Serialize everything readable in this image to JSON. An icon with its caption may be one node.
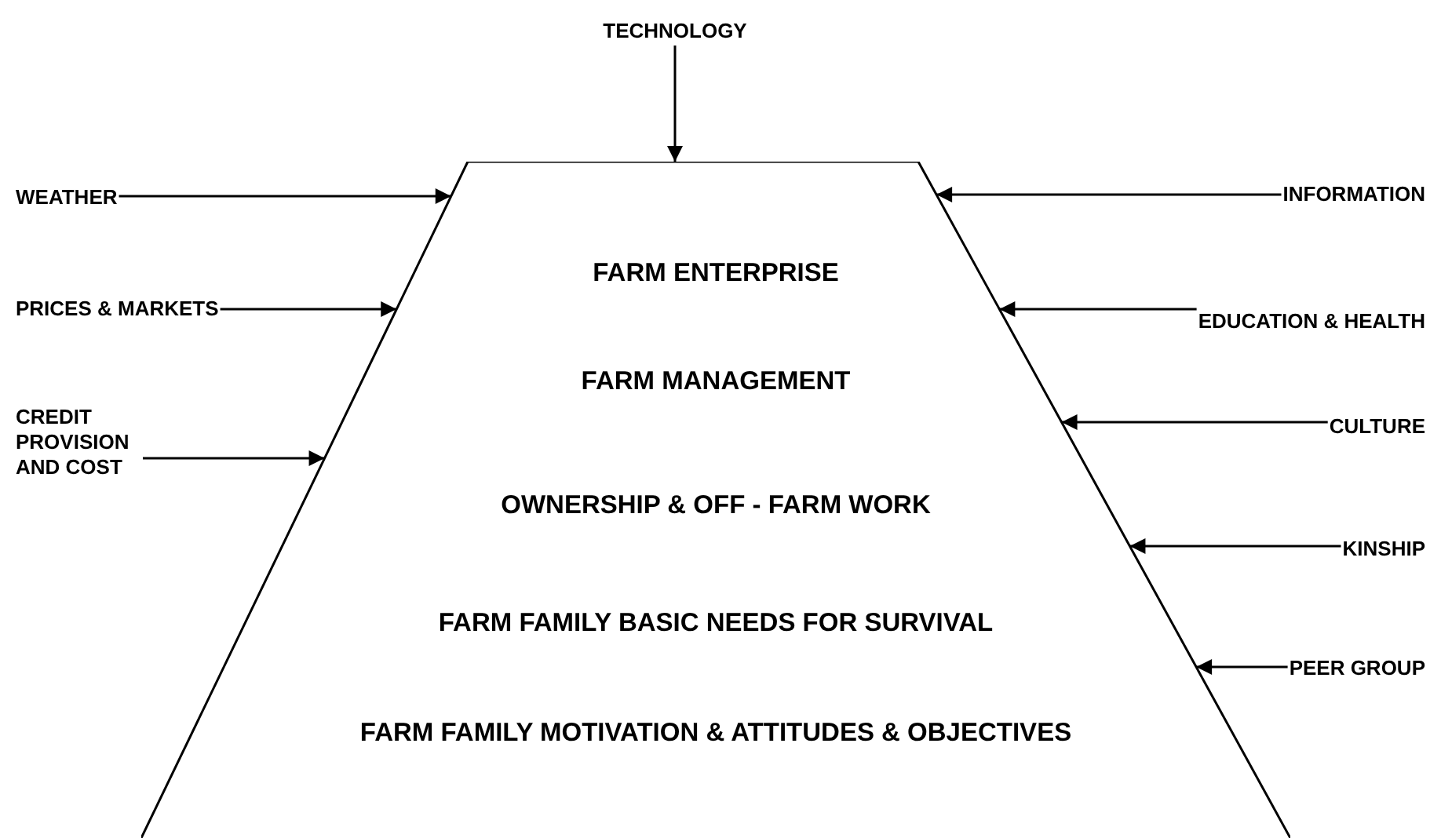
{
  "diagram": {
    "nodes": [
      {
        "text": [
          "FARM ENTERPRISE",
          "FARM MANAGEMENT",
          "OWNERSHIP & OFF - FARM WORK",
          "FARM FAMILY BASIC NEEDS FOR SURVIVAL",
          "FARM FAMILY MOTIVATION & ATTITUDES & OBJECTIVES"
        ]
      },
      {
        "text": [
          "TECHNOLOGY"
        ]
      },
      {
        "text": [
          "WEATHER"
        ]
      },
      {
        "text": [
          "INFORMATION"
        ]
      },
      {
        "text": [
          "PRICES & MARKETS"
        ]
      },
      {
        "text": [
          "EDUCATION & HEALTH"
        ]
      },
      {
        "text": [
          "CREDIT PROVISION AND COST"
        ]
      },
      {
        "text": [
          "CULTURE"
        ]
      },
      {
        "text": [
          "KINSHIP"
        ]
      },
      {
        "text": [
          "PEER GROUP"
        ]
      }
    ],
    "edges": [
      {
        "from": 1,
        "to": 0,
        "arrow": "to"
      },
      {
        "from": 2,
        "to": 0,
        "arrow": "to"
      },
      {
        "from": 3,
        "to": 0,
        "arrow": "to"
      },
      {
        "from": 4,
        "to": 0,
        "arrow": "to"
      },
      {
        "from": 5,
        "to": 0,
        "arrow": "to"
      },
      {
        "from": 6,
        "to": 0,
        "arrow": "to"
      },
      {
        "from": 7,
        "to": 0,
        "arrow": "to"
      },
      {
        "from": 8,
        "to": 0,
        "arrow": "to"
      },
      {
        "from": 9,
        "to": 0,
        "arrow": "to"
      }
    ]
  }
}
